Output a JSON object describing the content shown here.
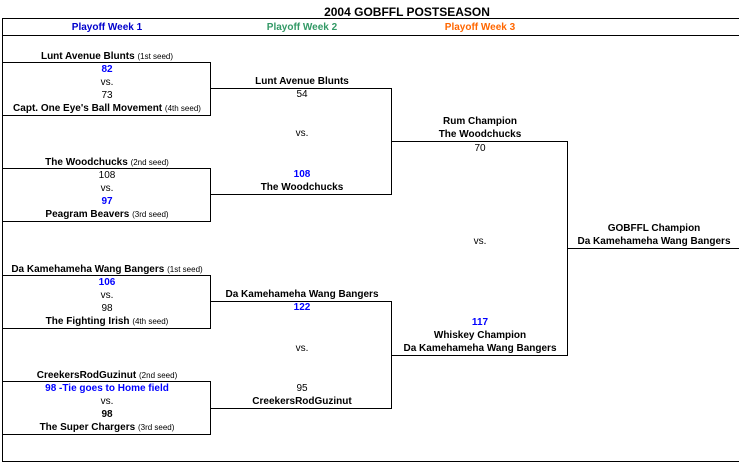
{
  "title": "2004 GOBFFL POSTSEASON",
  "weeks": [
    {
      "label": "Playoff Week 1",
      "color": "#0000cc"
    },
    {
      "label": "Playoff Week 2",
      "color": "#339966"
    },
    {
      "label": "Playoff Week 3",
      "color": "#ff6600"
    }
  ],
  "week1": [
    {
      "team1": "Lunt Avenue Blunts",
      "seed1": "(1st seed)",
      "score1": "82",
      "vs": "vs.",
      "score2": "73",
      "team2": "Capt. One Eye's Ball Movement",
      "seed2": "(4th seed)"
    },
    {
      "team1": "The Woodchucks",
      "seed1": "(2nd seed)",
      "score1": "108",
      "vs": "vs.",
      "score2": "97",
      "team2": "Peagram Beavers",
      "seed2": "(3rd seed)"
    },
    {
      "team1": "Da Kamehameha Wang Bangers",
      "seed1": "(1st seed)",
      "score1": "106",
      "vs": "vs.",
      "score2": "98",
      "team2": "The Fighting Irish",
      "seed2": "(4th seed)"
    },
    {
      "team1": "CreekersRodGuzinut",
      "seed1": "(2nd seed)",
      "score1": "98 -Tie goes to Home field",
      "vs": "vs.",
      "score2": "98",
      "team2": "The Super Chargers",
      "seed2": "(3rd seed)"
    }
  ],
  "week2": [
    {
      "team1": "Lunt Avenue Blunts",
      "score1": "54",
      "vs": "vs.",
      "score2": "108",
      "team2": "The Woodchucks"
    },
    {
      "team1": "Da Kamehameha Wang Bangers",
      "score1": "122",
      "vs": "vs.",
      "score2": "95",
      "team2": "CreekersRodGuzinut"
    }
  ],
  "week3": {
    "title1": "Rum Champion",
    "team1": "The Woodchucks",
    "score1": "70",
    "vs": "vs.",
    "score2": "117",
    "title2": "Whiskey Champion",
    "team2": "Da Kamehameha Wang Bangers"
  },
  "champion": {
    "title": "GOBFFL Champion",
    "team": "Da Kamehameha Wang Bangers"
  }
}
